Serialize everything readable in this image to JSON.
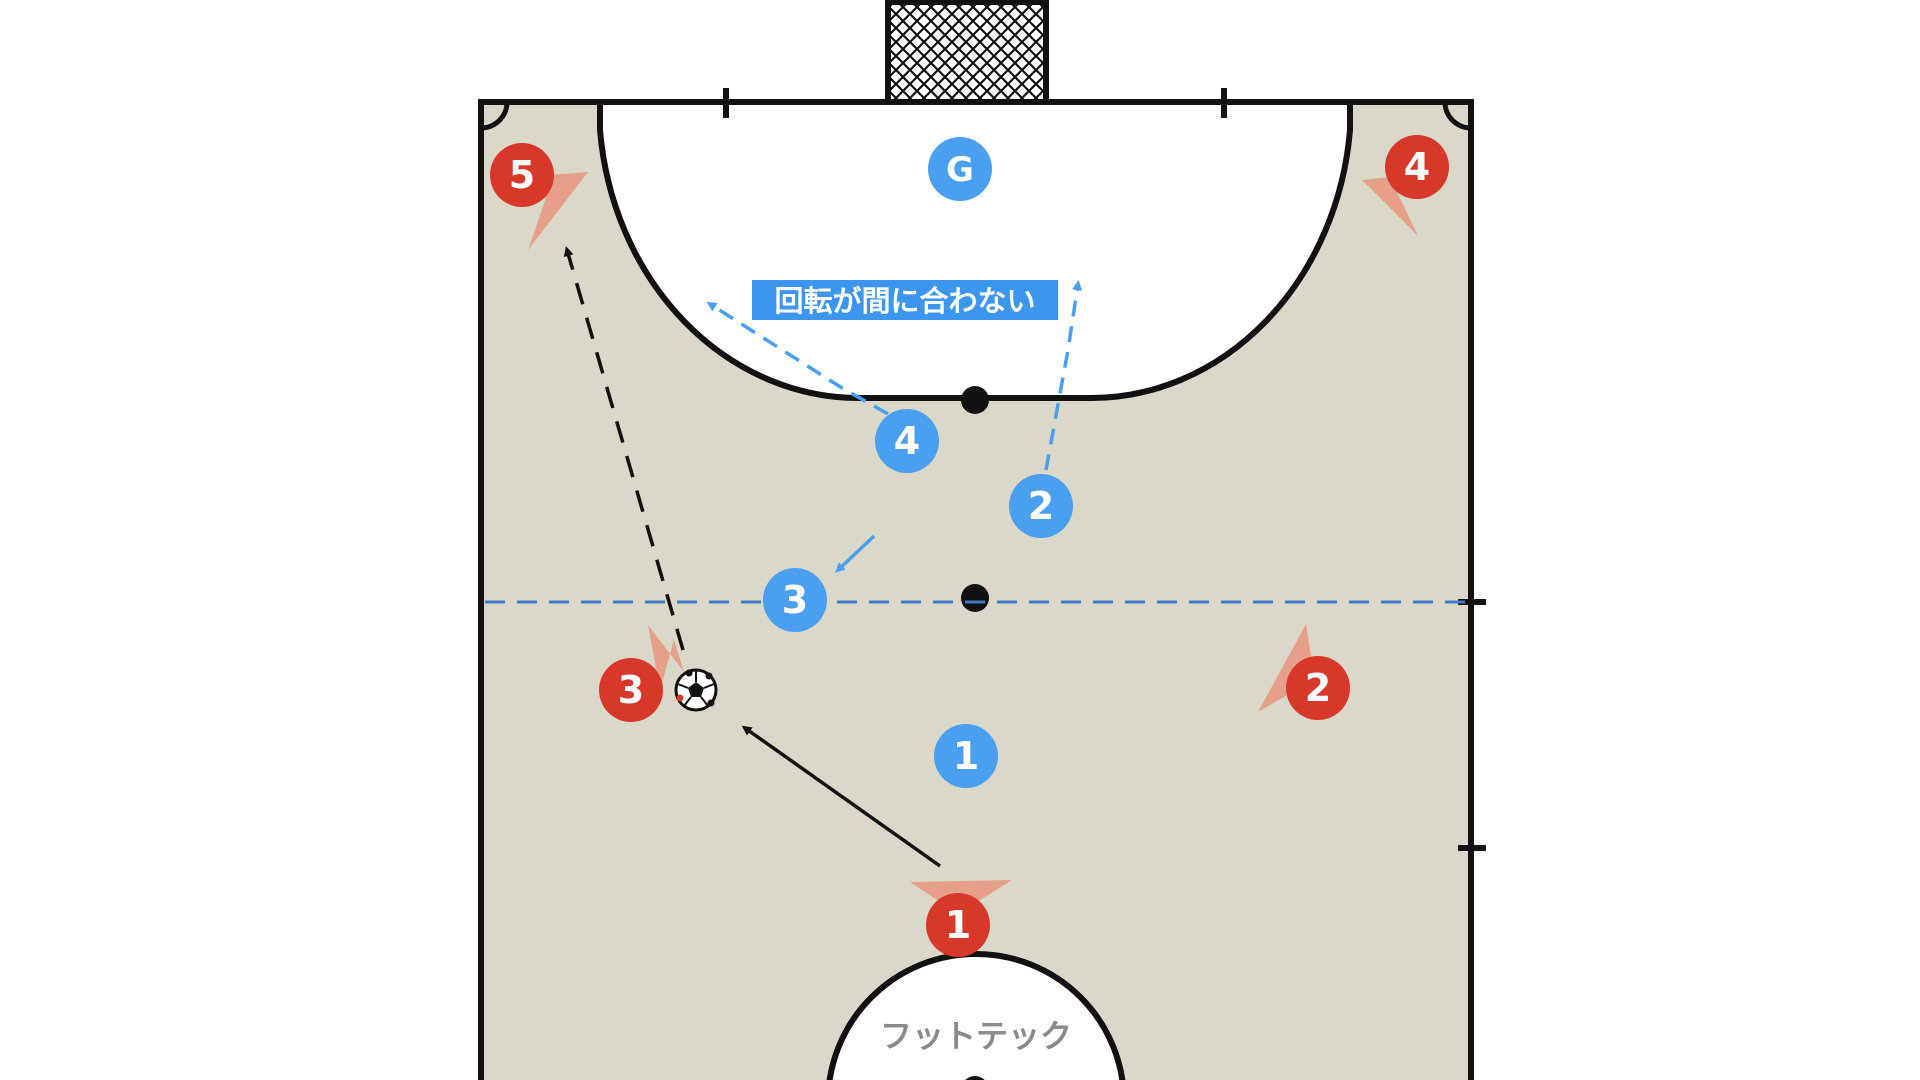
{
  "annotation": "回転が間に合わない",
  "watermark": "フットテック",
  "colors": {
    "court_floor": "#dad8c8",
    "line": "#111111",
    "team_blue": "#4a9ff0",
    "team_red": "#d7382a",
    "facing_wedge": "#e8967e",
    "halfway_dash": "#3a7cc8",
    "label_bg": "#3d96ee",
    "watermark_text": "#8a8a8a"
  },
  "blue_players": [
    {
      "id": "g",
      "label": "G"
    },
    {
      "id": "4",
      "label": "4"
    },
    {
      "id": "2",
      "label": "2"
    },
    {
      "id": "3",
      "label": "3"
    },
    {
      "id": "1",
      "label": "1"
    }
  ],
  "red_players": [
    {
      "id": "5",
      "label": "5"
    },
    {
      "id": "4",
      "label": "4"
    },
    {
      "id": "3",
      "label": "3"
    },
    {
      "id": "2",
      "label": "2"
    },
    {
      "id": "1",
      "label": "1"
    }
  ],
  "icons": [
    "goal-net-icon",
    "soccer-ball-icon"
  ]
}
